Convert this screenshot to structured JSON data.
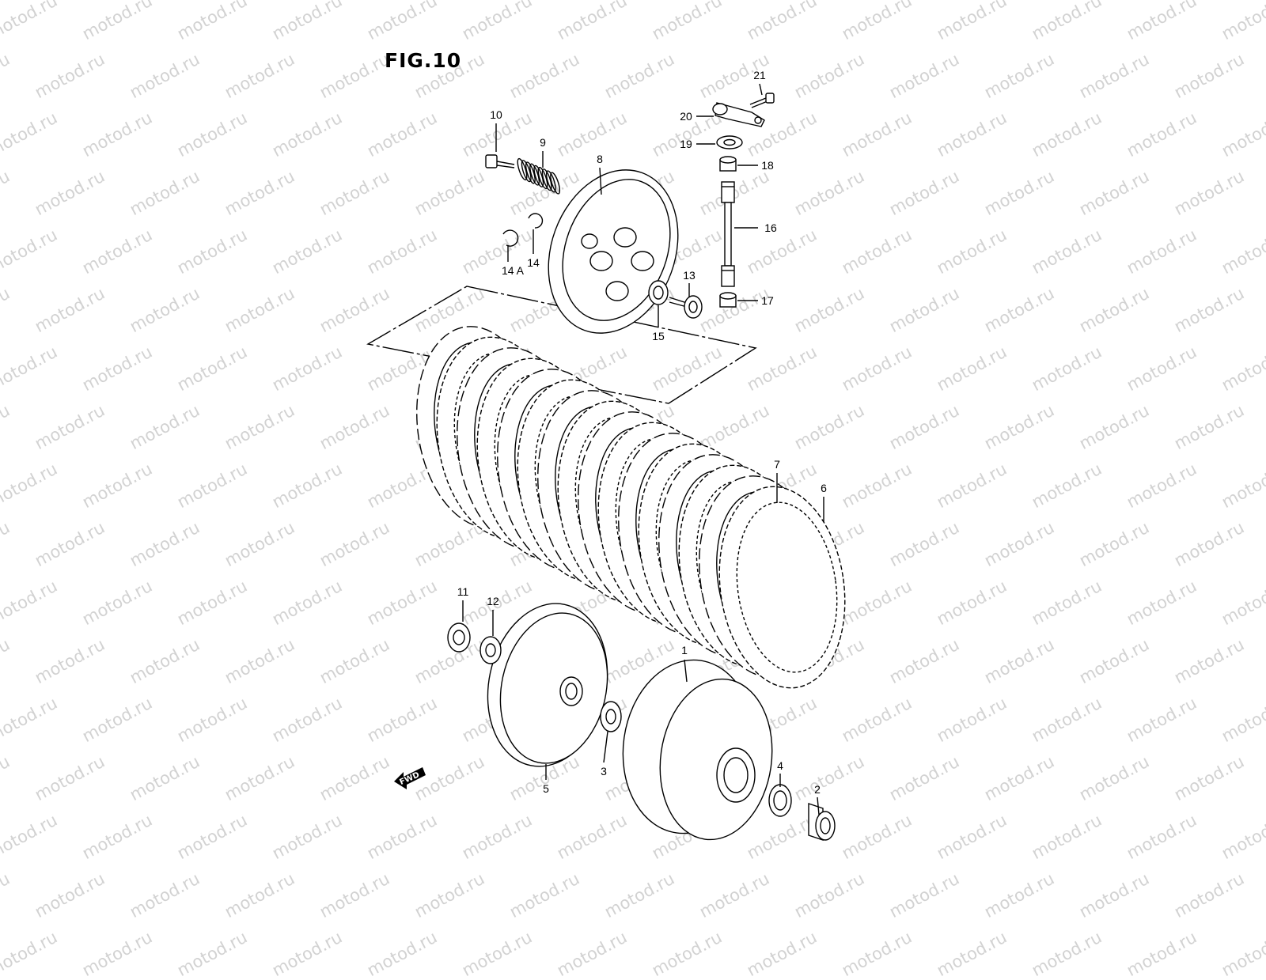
{
  "figure": {
    "title": "FIG.10",
    "watermark_text": "motod.ru",
    "fwd_label": "FWD"
  },
  "callouts": [
    {
      "id": "1",
      "label": "1"
    },
    {
      "id": "2",
      "label": "2"
    },
    {
      "id": "3",
      "label": "3"
    },
    {
      "id": "4",
      "label": "4"
    },
    {
      "id": "5",
      "label": "5"
    },
    {
      "id": "6",
      "label": "6"
    },
    {
      "id": "7",
      "label": "7"
    },
    {
      "id": "8",
      "label": "8"
    },
    {
      "id": "9",
      "label": "9"
    },
    {
      "id": "10",
      "label": "10"
    },
    {
      "id": "11",
      "label": "11"
    },
    {
      "id": "12",
      "label": "12"
    },
    {
      "id": "13",
      "label": "13"
    },
    {
      "id": "14",
      "label": "14"
    },
    {
      "id": "14A",
      "label": "14 A"
    },
    {
      "id": "15",
      "label": "15"
    },
    {
      "id": "16",
      "label": "16"
    },
    {
      "id": "17",
      "label": "17"
    },
    {
      "id": "18",
      "label": "18"
    },
    {
      "id": "19",
      "label": "19"
    },
    {
      "id": "20",
      "label": "20"
    },
    {
      "id": "21",
      "label": "21"
    }
  ],
  "colors": {
    "ink": "#000000",
    "watermark": "#d2d2d2",
    "background": "#ffffff"
  }
}
